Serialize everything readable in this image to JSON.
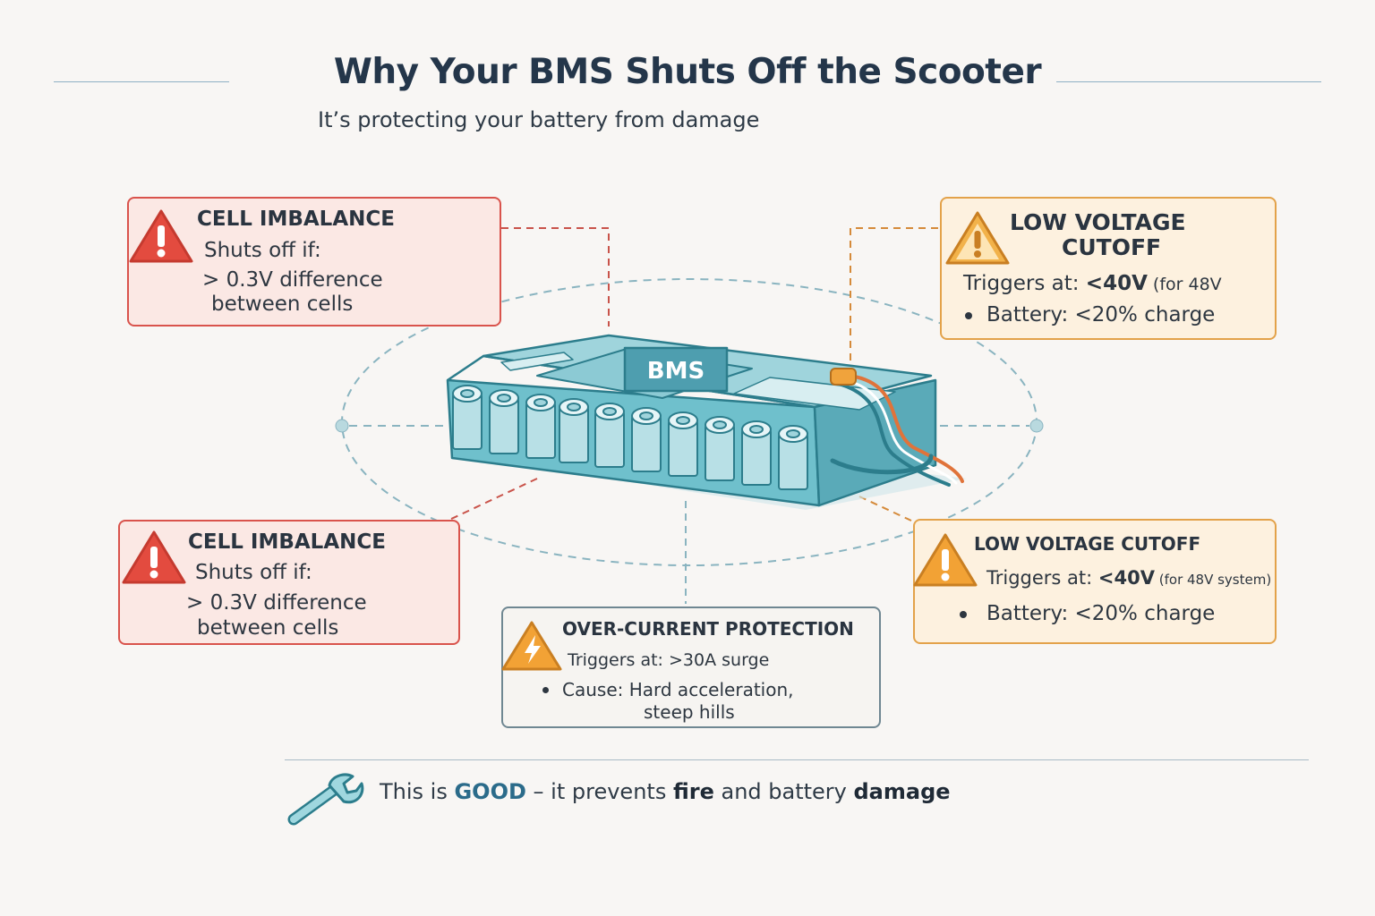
{
  "header": {
    "title": "Why Your BMS Shuts Off the Scooter",
    "subtitle": "It’s protecting your battery from damage"
  },
  "battery": {
    "label": "BMS"
  },
  "cards": {
    "top_left": {
      "title": "CELL IMBALANCE",
      "line1": "Shuts off if:",
      "line2": "> 0.3V difference",
      "line3": "between cells"
    },
    "top_right": {
      "title_line1": "LOW VOLTAGE",
      "title_line2": "CUTOFF",
      "trig_prefix": "Triggers at: ",
      "trig_value": "<40V",
      "trig_suffix": " (for 48V",
      "bullet": "Battery: <20% charge"
    },
    "bottom_left": {
      "title": "CELL IMBALANCE",
      "line1": "Shuts off if:",
      "line2": "> 0.3V difference",
      "line3": "between cells"
    },
    "bottom_right": {
      "title": "LOW VOLTAGE CUTOFF",
      "trig_prefix": "Triggers at: ",
      "trig_value": "<40V",
      "trig_suffix": " (for 48V system)",
      "bullet": "Battery: <20% charge"
    },
    "bottom_center": {
      "title": "OVER-CURRENT PROTECTION",
      "line1": "Triggers at: >30A surge",
      "bullet_line1": "Cause: Hard acceleration,",
      "bullet_line2": "steep hills"
    }
  },
  "footer": {
    "part1": "This is ",
    "good": "GOOD",
    "part2": " – it prevents ",
    "fire": "fire",
    "part3": " and battery ",
    "damage": "damage"
  },
  "colors": {
    "red": "#d9534c",
    "orange": "#e3a24a",
    "teal": "#5bb4c0",
    "grey": "#6f8792"
  }
}
